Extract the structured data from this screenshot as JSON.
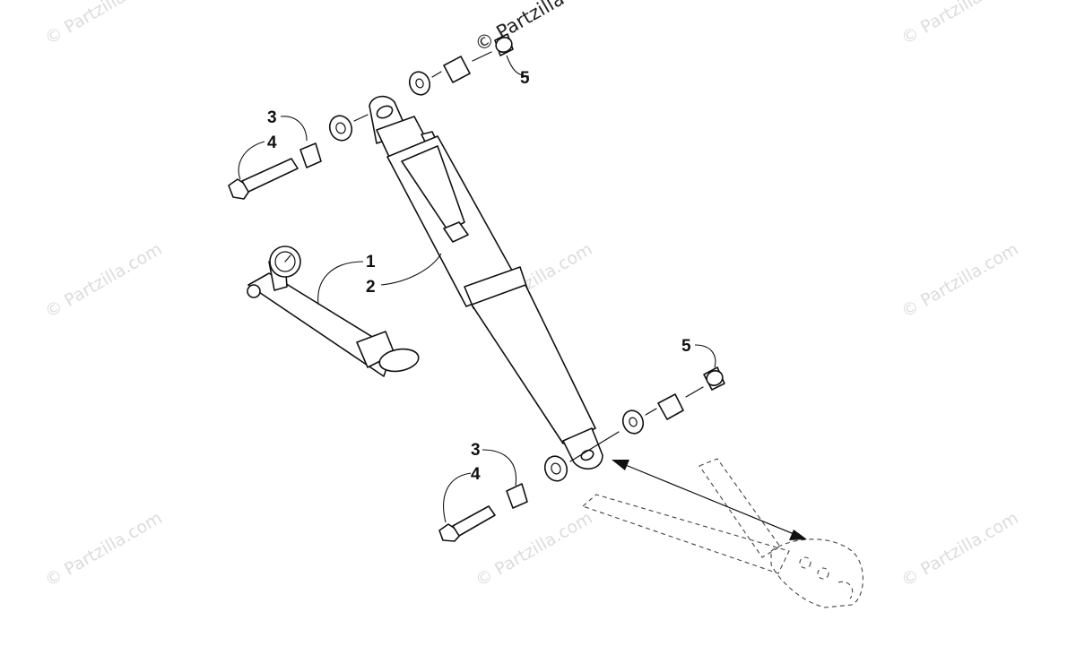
{
  "watermark": {
    "text": "© Partzilla.com",
    "top_text": "© Partzilla"
  },
  "callouts": {
    "top_5": "5",
    "top_3": "3",
    "top_4": "4",
    "mid_1": "1",
    "mid_2": "2",
    "right_5": "5",
    "bottom_3": "3",
    "bottom_4": "4"
  },
  "colors": {
    "line": "#111111",
    "watermark": "#dcdcdc",
    "background": "#ffffff"
  }
}
